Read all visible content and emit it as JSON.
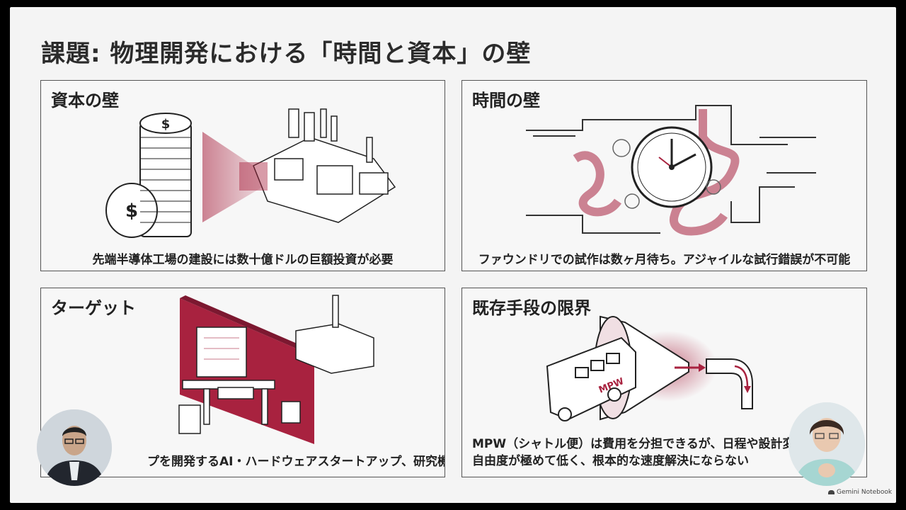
{
  "slide": {
    "title": "課題: 物理開発における「時間と資本」の壁"
  },
  "panels": [
    {
      "title": "資本の壁",
      "caption": "先端半導体工場の建設には数十億ドルの巨額投資が必要",
      "icon": "coins-factory-illustration"
    },
    {
      "title": "時間の壁",
      "caption": "ファウンドリでの試作は数ヶ月待ち。アジャイルな試行錯誤が不可能",
      "icon": "clock-pipes-illustration"
    },
    {
      "title": "ターゲット",
      "caption": "プを開発するAI・ハードウェアスタートアップ、研究機関",
      "icon": "workstation-wall-illustration"
    },
    {
      "title": "既存手段の限界",
      "caption_line1": "MPW（シャトル便）は費用を分担できるが、日程や設計変",
      "caption_line2": "自由度が極めて低く、根本的な速度解決にならない",
      "bus_label": "MPW",
      "icon": "bus-funnel-illustration"
    }
  ],
  "branding": {
    "label": "Gemini Notebook"
  },
  "colors": {
    "accent": "#a8223f",
    "text": "#222222",
    "background": "#f4f4f4"
  }
}
